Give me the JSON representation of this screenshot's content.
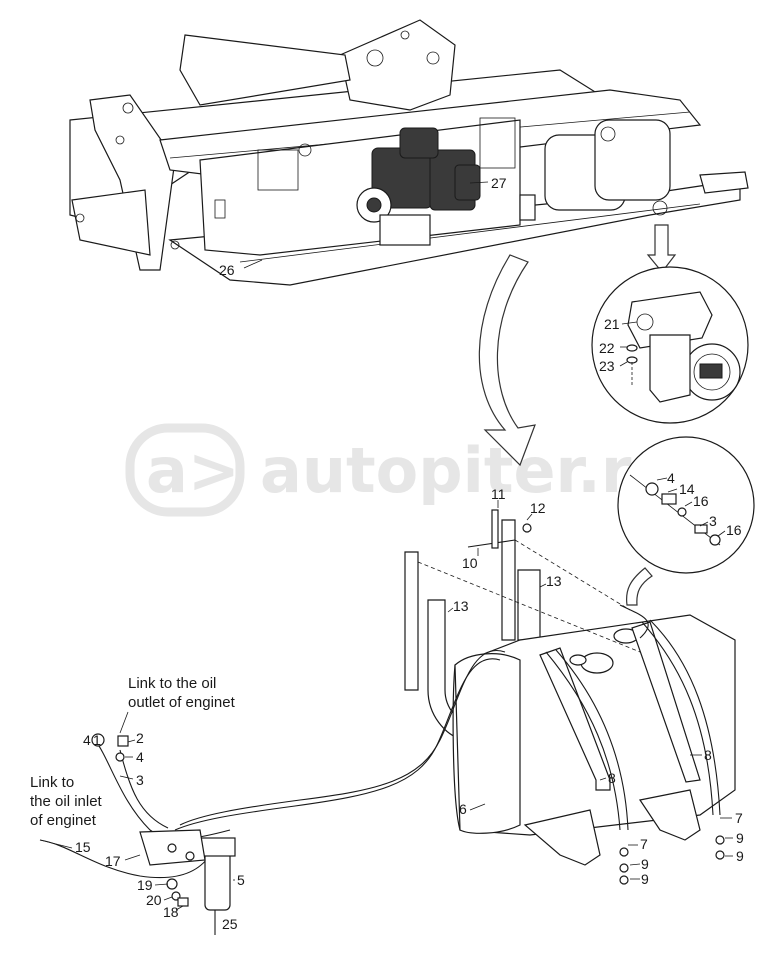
{
  "watermark": {
    "text": "autopiter.ru",
    "icon": "a>"
  },
  "notes": {
    "oil_outlet_line1": "Link to the oil",
    "oil_outlet_line2": "outlet of enginet",
    "oil_inlet_line1": "Link to",
    "oil_inlet_line2": "the oil inlet",
    "oil_inlet_line3": "of enginet"
  },
  "callouts": {
    "c1": "1",
    "c2": "2",
    "c3": "3",
    "c3b": "3",
    "c4a": "4",
    "c4b": "4",
    "c4c": "4",
    "c5": "5",
    "c6": "6",
    "c7a": "7",
    "c7b": "7",
    "c8a": "8",
    "c8b": "8",
    "c9a": "9",
    "c9b": "9",
    "c9c": "9",
    "c9d": "9",
    "c10": "10",
    "c11": "11",
    "c12": "12",
    "c13a": "13",
    "c13b": "13",
    "c14": "14",
    "c15": "15",
    "c16a": "16",
    "c16b": "16",
    "c17": "17",
    "c18": "18",
    "c19": "19",
    "c20": "20",
    "c21": "21",
    "c22": "22",
    "c23": "23",
    "c25": "25",
    "c26": "26",
    "c27": "27"
  }
}
